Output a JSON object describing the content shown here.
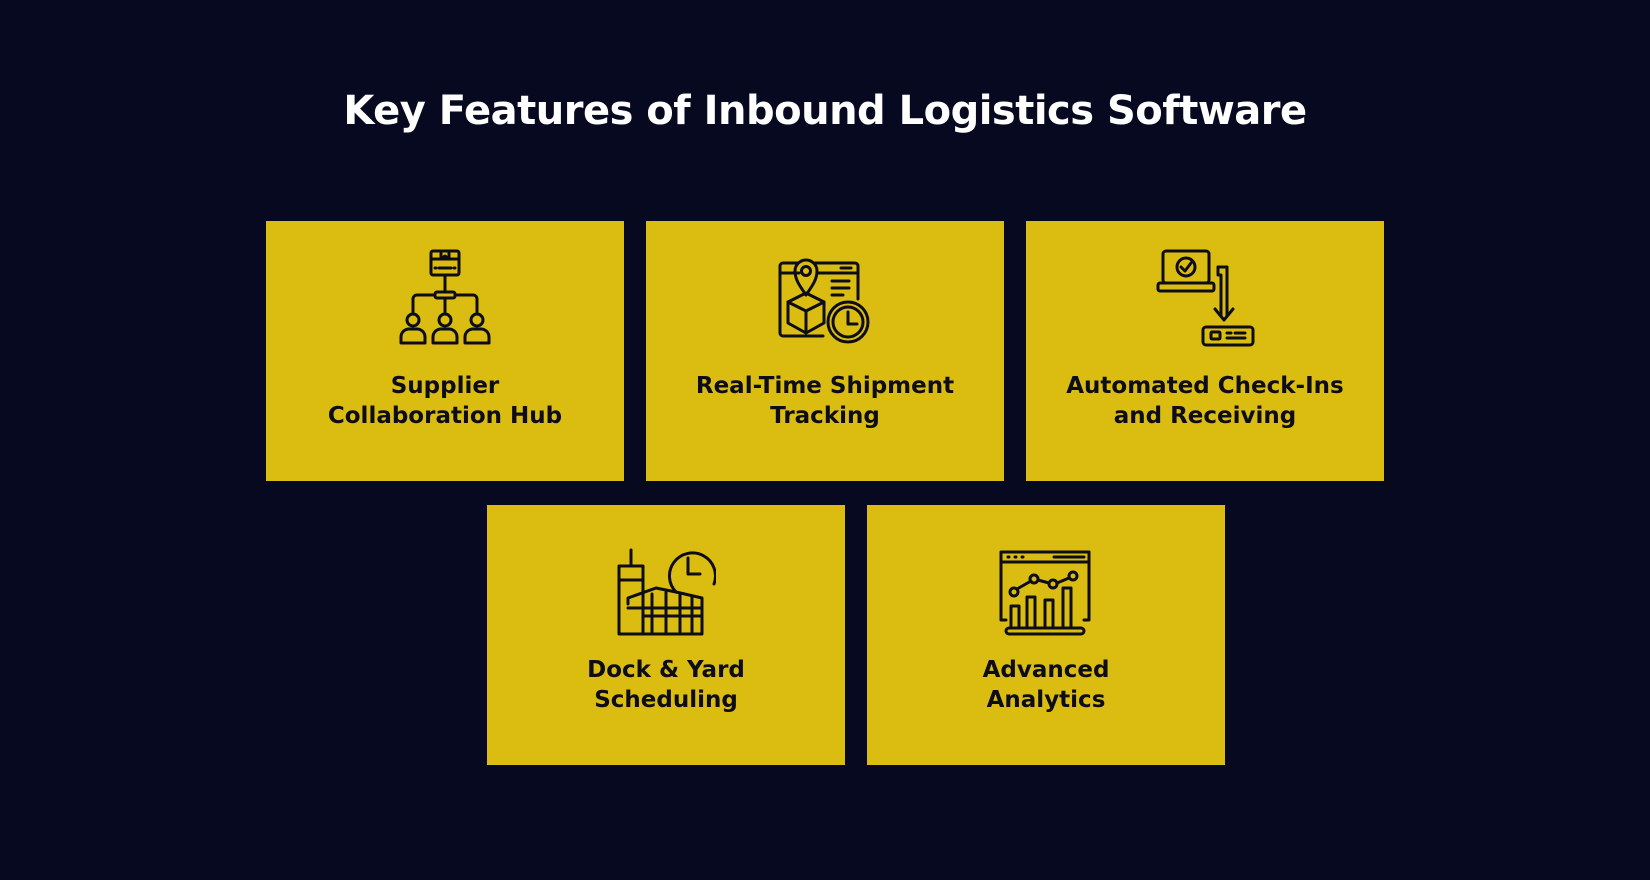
{
  "title": "Key Features of Inbound Logistics Software",
  "colors": {
    "background": "#070920",
    "card": "#dbbc11",
    "title_text": "#ffffff",
    "card_text": "#0d0d1a"
  },
  "cards": [
    {
      "line1": "Supplier",
      "line2": "Collaboration Hub",
      "icon": "supplier-network-icon"
    },
    {
      "line1": "Real-Time Shipment",
      "line2": "Tracking",
      "icon": "shipment-tracking-icon"
    },
    {
      "line1": "Automated Check-Ins",
      "line2": "and Receiving",
      "icon": "laptop-checkin-icon"
    },
    {
      "line1": "Dock & Yard",
      "line2": "Scheduling",
      "icon": "warehouse-clock-icon"
    },
    {
      "line1": "Advanced",
      "line2": "Analytics",
      "icon": "analytics-dashboard-icon"
    }
  ]
}
